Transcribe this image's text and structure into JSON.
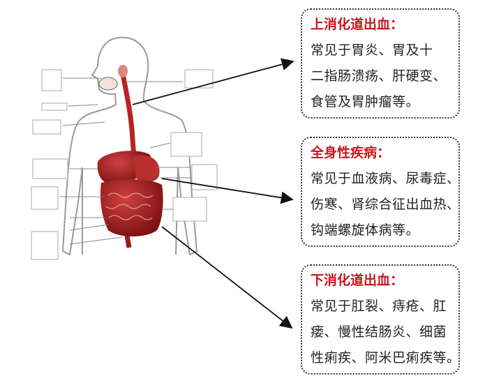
{
  "callouts": [
    {
      "title": "上消化道出血：",
      "lines": [
        "常见于胃炎、胃及十",
        "二指肠溃疡、肝硬变、",
        "食管及胃肿瘤等。"
      ]
    },
    {
      "title": "全身性疾病：",
      "lines": [
        "常见于血液病、尿毒症、",
        "伤寒、肾综合征出血热、",
        "钩端螺旋体病等。"
      ]
    },
    {
      "title": "下消化道出血：",
      "lines": [
        "常见于肛裂、痔疮、肛",
        "瘘、慢性结肠炎、细菌",
        "性痢疾、阿米巴痢疾等。"
      ]
    }
  ],
  "colors": {
    "title": "#c8161d",
    "organ": "#9e1a1a",
    "outline": "#999999"
  }
}
